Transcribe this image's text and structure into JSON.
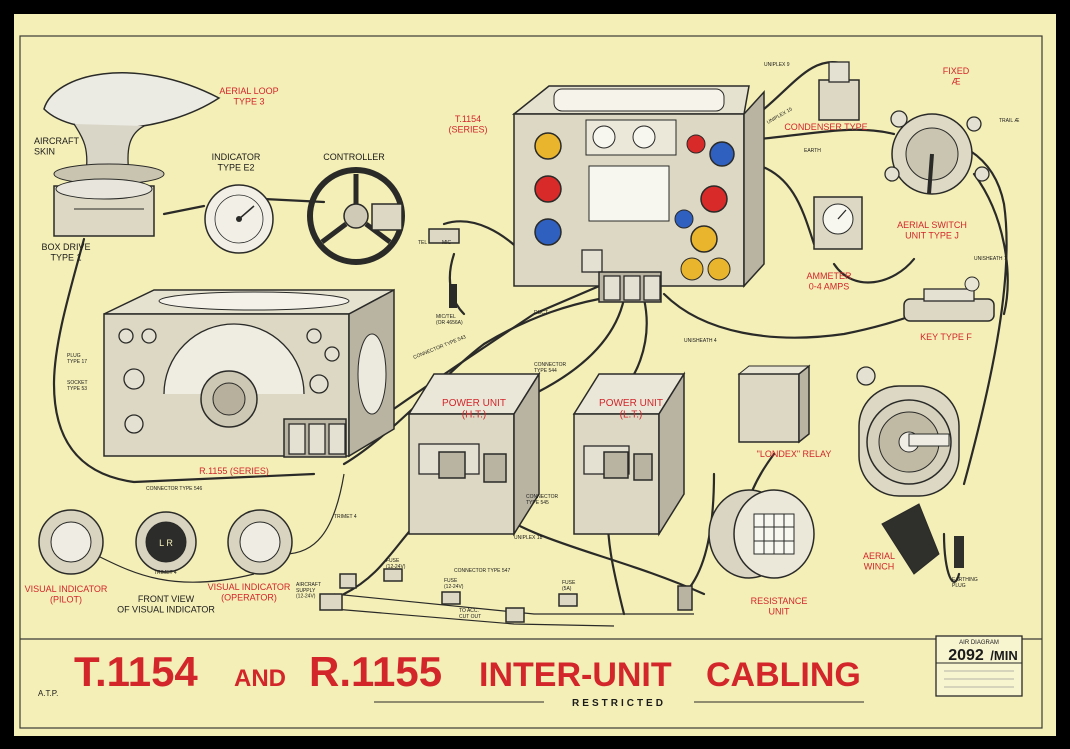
{
  "poster": {
    "title": {
      "part1": "T.1154",
      "and": "AND",
      "part2": "R.1155",
      "part3": "INTER-UNIT",
      "part4": "CABLING"
    },
    "classification": "RESTRICTED",
    "initials": "A.T.P.",
    "diagram_number": {
      "heading": "AIR DIAGRAM",
      "number": "2092",
      "suffix": "/MIN"
    }
  },
  "units": {
    "aerial_loop": "AERIAL LOOP\nTYPE 3",
    "aircraft_skin": "AIRCRAFT\nSKIN",
    "indicator": "INDICATOR\nTYPE E2",
    "controller": "CONTROLLER",
    "box_drive": "BOX DRIVE\nTYPE 1",
    "transmitter": "T.1154\n(SERIES)",
    "receiver": "R.1155  (SERIES)",
    "power_ht": "POWER UNIT\n(H.T.)",
    "power_lt": "POWER UNIT\n(L.T.)",
    "londex_relay": "\"LONDEX\" RELAY",
    "resistance_unit": "RESISTANCE\nUNIT",
    "aerial_winch": "AERIAL\nWINCH",
    "key": "KEY TYPE F",
    "ammeter": "AMMETER\n0-4 AMPS",
    "aerial_switch": "AERIAL SWITCH\nUNIT TYPE J",
    "condenser": "CONDENSER TYPE",
    "fixed_ae": "FIXED\nÆ",
    "visual_pilot": "VISUAL INDICATOR\n(PILOT)",
    "visual_operator": "VISUAL INDICATOR\n(OPERATOR)",
    "visual_front": "FRONT VIEW\nOF VISUAL INDICATOR"
  },
  "cable_labels": {
    "plug": "PLUG\nTYPE 17",
    "socket": "SOCKET\nTYPE 53",
    "connector_546": "CONNECTOR TYPE 546",
    "connector_543": "CONNECTOR TYPE 543",
    "connector_544": "CONNECTOR\nTYPE 544",
    "connector_545": "CONNECTOR\nTYPE 545",
    "connector_547": "CONNECTOR TYPE 547",
    "trimet_4a": "TRIMET 4",
    "trimet_4b": "TRIMET 4",
    "unisheath_4": "UNISHEATH 4",
    "unisheath_7": "UNISHEATH 7",
    "uniplex_18": "UNIPLEX 18",
    "uniplex_9": "UNIPLEX 9",
    "uniplex_15": "UNIPLEX 15",
    "fuse_1": "FUSE\n(12-24V)",
    "fuse_2": "FUSE\n(12-24V)",
    "fuse_3": "FUSE\n(5A)",
    "aircraft_supply": "AIRCRAFT\nSUPPLY\n(12-24V)",
    "to_acc": "TO ACC.\nCUT OUT",
    "mic_tel": "MIC/TEL\n(OR 4656A)",
    "earthing_plug": "EARTHING\nPLUG",
    "earth": "EARTH",
    "tel": "TEL",
    "mic": "MIC",
    "duct": "DUCT",
    "dial_lr": "L R",
    "trail": "TRAIL Æ"
  }
}
